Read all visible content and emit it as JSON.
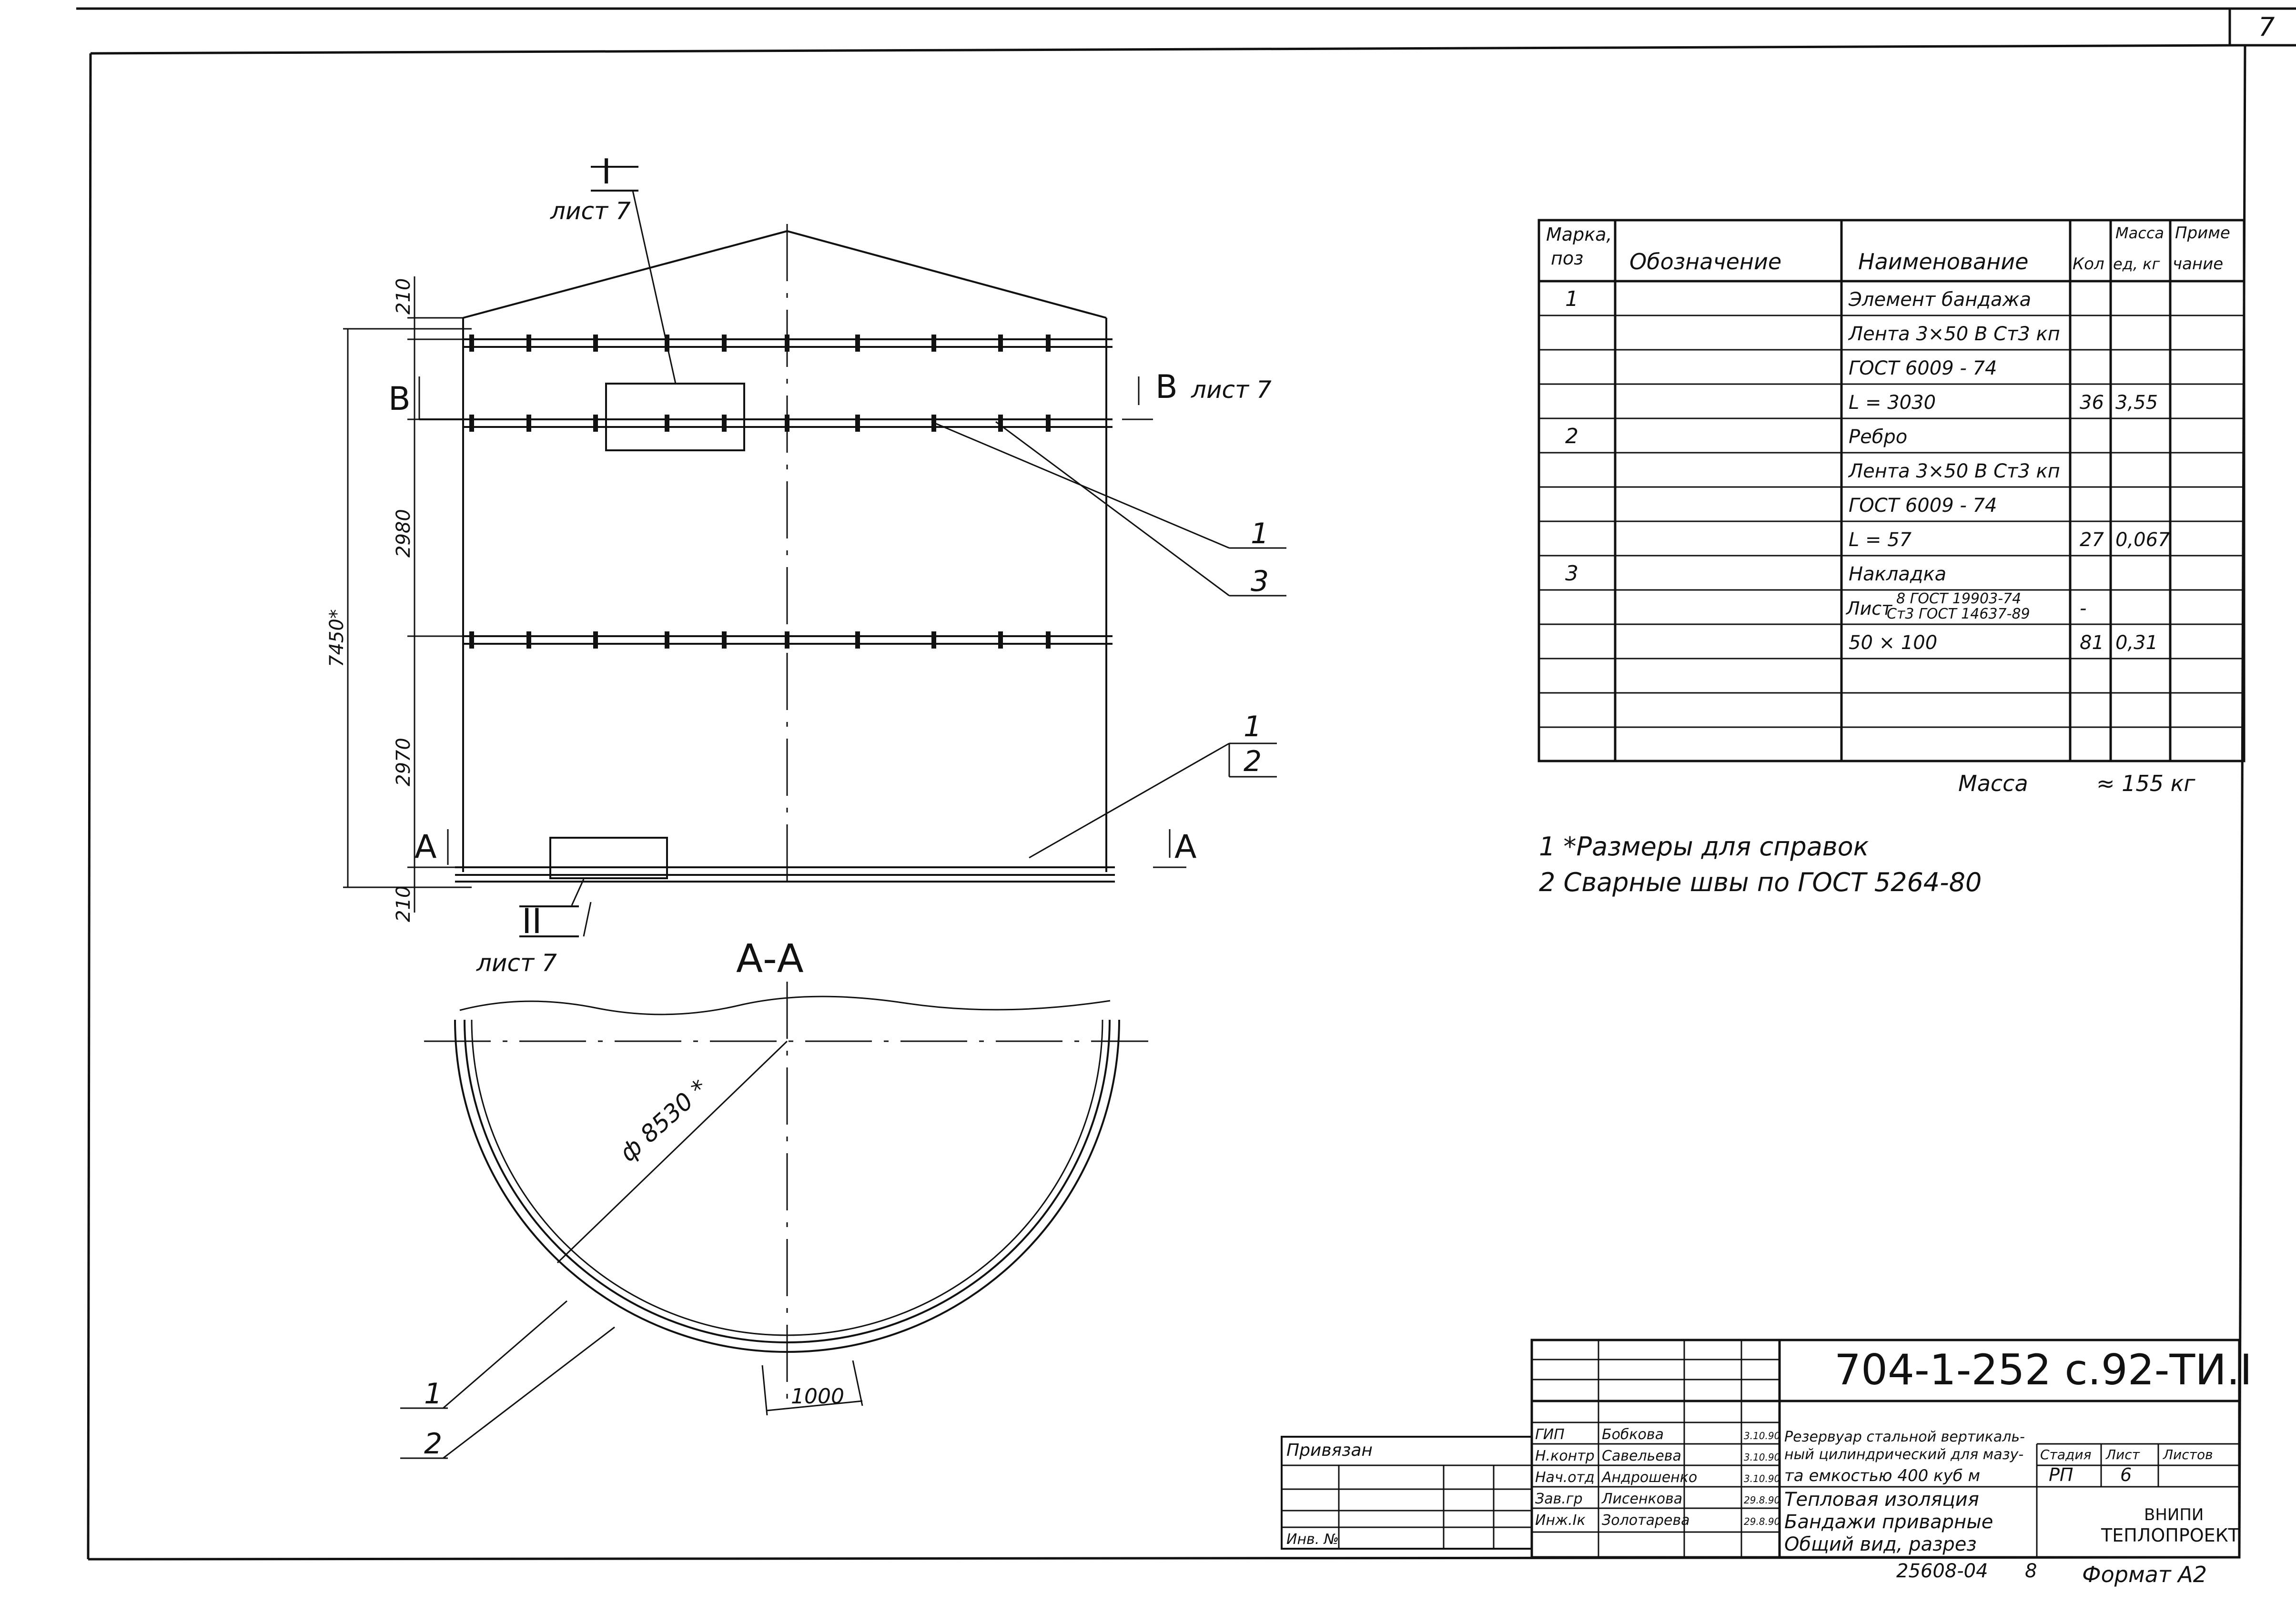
{
  "sheet_number": "7",
  "elevation": {
    "callouts": {
      "node1_mark": "I",
      "node1_sheet": "лист 7",
      "node2_mark": "II",
      "node2_sheet": "лист 7",
      "section_b_left": "В",
      "section_b_right": "В",
      "section_b_sheet": "лист 7",
      "section_a_left": "А",
      "section_a_right": "А"
    },
    "dimensions": {
      "top": "210",
      "upper": "2980",
      "lower": "2970",
      "bottom": "210",
      "overall": "7450*"
    },
    "leaders": [
      "1",
      "3",
      "1",
      "2"
    ]
  },
  "section": {
    "title": "А-А",
    "diameter": "ф 8530 *",
    "arc_dim": "1000",
    "leaders": [
      "1",
      "2"
    ]
  },
  "spec_table": {
    "headers": {
      "mark": [
        "Марка,",
        "поз"
      ],
      "designation": "Обозначение",
      "name": "Наименование",
      "qty": "Кол",
      "mass": [
        "Масса",
        "ед, кг"
      ],
      "note": [
        "Приме",
        "чание"
      ]
    },
    "rows": [
      {
        "mark": "1",
        "name": "Элемент бандажа",
        "qty": "",
        "mass": ""
      },
      {
        "mark": "",
        "name": "Лента 3×50 В Ст3 кп",
        "qty": "",
        "mass": ""
      },
      {
        "mark": "",
        "name": "ГОСТ 6009 - 74",
        "qty": "",
        "mass": ""
      },
      {
        "mark": "",
        "name": "L = 3030",
        "qty": "36",
        "mass": "3,55"
      },
      {
        "mark": "2",
        "name": "Ребро",
        "qty": "",
        "mass": ""
      },
      {
        "mark": "",
        "name": "Лента 3×50 В Ст3 кп",
        "qty": "",
        "mass": ""
      },
      {
        "mark": "",
        "name": "ГОСТ 6009 - 74",
        "qty": "",
        "mass": ""
      },
      {
        "mark": "",
        "name": "L = 57",
        "qty": "27",
        "mass": "0,067"
      },
      {
        "mark": "3",
        "name": "Накладка",
        "qty": "",
        "mass": ""
      },
      {
        "mark": "",
        "name_prefix": "Лист",
        "name_top": "8 ГОСТ 19903-74",
        "name_bottom": "Ст3 ГОСТ 14637-89",
        "qty": "-",
        "mass": ""
      },
      {
        "mark": "",
        "name": "50 × 100",
        "qty": "81",
        "mass": "0,31"
      },
      {
        "mark": "",
        "name": "",
        "qty": "",
        "mass": ""
      },
      {
        "mark": "",
        "name": "",
        "qty": "",
        "mass": ""
      },
      {
        "mark": "",
        "name": "",
        "qty": "",
        "mass": ""
      }
    ],
    "total_label": "Масса",
    "total_value": "≈ 155 кг"
  },
  "notes": [
    "1 *Размеры для справок",
    "2 Сварные швы по ГОСТ 5264-80"
  ],
  "title_block": {
    "code": "704-1-252 с.92-ТИ.І",
    "attached": "Привязан",
    "inv": "Инв. №",
    "staff": [
      {
        "role": "ГИП",
        "name": "Бобкова",
        "date": "3.10.90"
      },
      {
        "role": "Н.контр",
        "name": "Савельева",
        "date": "3.10.90"
      },
      {
        "role": "Нач.отд",
        "name": "Андрошенко",
        "date": "3.10.90"
      },
      {
        "role": "Зав.гр",
        "name": "Лисенкова",
        "date": "29.8.90"
      },
      {
        "role": "Инж.Iк",
        "name": "Золотарева",
        "date": "29.8.90"
      }
    ],
    "object": [
      "Резервуар стальной вертикаль-",
      "ный цилиндрический для мазу-",
      "та емкостью 400 куб м"
    ],
    "drawing": [
      "Тепловая изоляция",
      "Бандажи приварные",
      "Общий вид, разрез"
    ],
    "stage_label": "Стадия",
    "sheet_label": "Лист",
    "sheets_label": "Листов",
    "stage": "РП",
    "sheet": "6",
    "org": [
      "ВНИПИ",
      "ТЕПЛОПРОЕКТ"
    ],
    "archive": "25608-04",
    "archive_sheet": "8",
    "format": "Формат А2"
  }
}
